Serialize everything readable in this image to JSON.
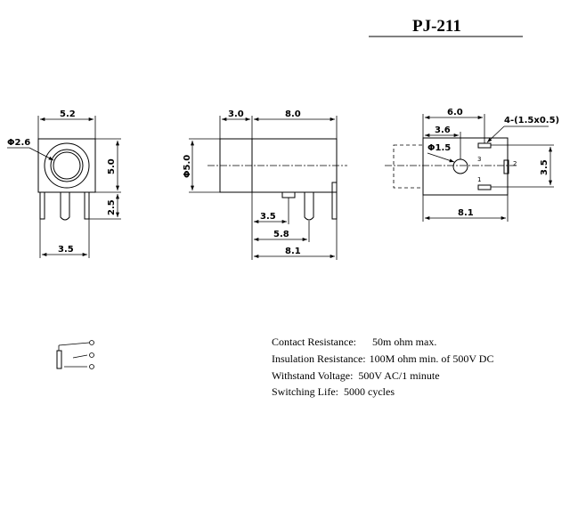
{
  "title": "PJ-211",
  "front_view": {
    "width_label": "5.2",
    "diameter_label": "Φ2.6",
    "height_label": "5.0",
    "pin_length_label": "2.5",
    "pin_pitch_label": "3.5"
  },
  "side_view": {
    "front_length_label": "3.0",
    "body_length_label": "8.0",
    "diameter_label": "Φ5.0",
    "pin1_label": "3.5",
    "pin2_label": "5.8",
    "pin3_label": "8.1"
  },
  "top_view": {
    "width_label": "6.0",
    "hole_pos_label": "3.6",
    "slot_label": "4-(1.5x0.5)",
    "hole_label": "Φ1.5",
    "pin_spacing_label": "3.5",
    "length_label": "8.1",
    "pin_numbers": [
      "3",
      "2",
      "1"
    ]
  },
  "specs": [
    {
      "label": "Contact Resistance:",
      "value": "50m ohm max."
    },
    {
      "label": "Insulation Resistance:",
      "value": "100M ohm min. of 500V DC"
    },
    {
      "label": "Withstand Voltage:",
      "value": "500V AC/1 minute"
    },
    {
      "label": "Switching Life:",
      "value": "5000 cycles"
    }
  ]
}
